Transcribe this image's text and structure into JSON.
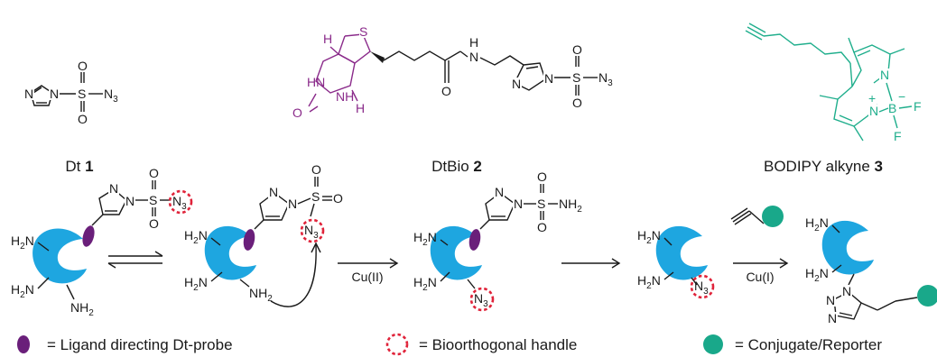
{
  "compounds": {
    "dt": {
      "name": "Dt ",
      "number": "1"
    },
    "dtbio": {
      "name": "DtBio ",
      "number": "2"
    },
    "bodipy": {
      "name": "BODIPY alkyne ",
      "number": "3"
    }
  },
  "atoms": {
    "N": "N",
    "S": "S",
    "O": "O",
    "H": "H",
    "HN": "HN",
    "NH": "NH",
    "B": "B",
    "F": "F",
    "N3": "N",
    "three": "3",
    "H2N": "H",
    "NH2": "NH",
    "two": "2",
    "plus": "+",
    "minus": "−"
  },
  "reagents": {
    "step2": "Cu(II)",
    "step4": "Cu(I)"
  },
  "legend": {
    "ligand": "= Ligand directing Dt-probe",
    "handle": "= Bioorthogonal handle",
    "reporter": "= Conjugate/Reporter"
  },
  "colors": {
    "protein": "#1ea6e0",
    "ligand": "#6a1f7a",
    "biotin": "#8a2a8a",
    "bodipy": "#1fae8c",
    "azide_handle": "#e0233a",
    "reporter": "#19a88a"
  }
}
